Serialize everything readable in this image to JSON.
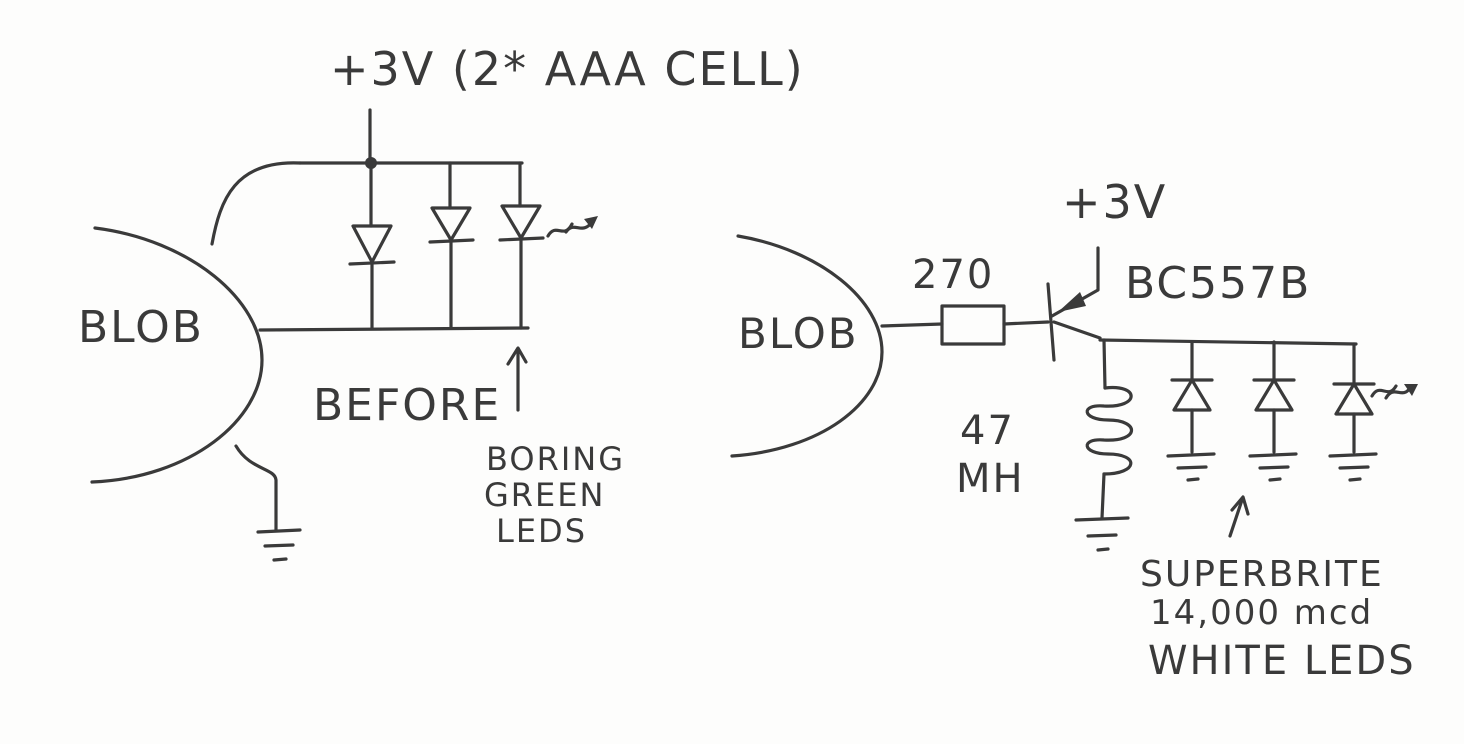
{
  "left_circuit": {
    "supply_label": "+3V (2* AAA CELL)",
    "blob_label": "BLOB",
    "caption": "BEFORE",
    "note_lines": [
      "BORING",
      "GREEN",
      "LEDS"
    ]
  },
  "right_circuit": {
    "supply_label": "+3V",
    "blob_label": "BLOB",
    "resistor_label": "270",
    "transistor_label": "BC557B",
    "inductor_label_lines": [
      "47",
      "MH"
    ],
    "note_lines": [
      "SUPERBRITE",
      "14,000 mcd",
      "WHITE LEDS"
    ]
  },
  "ink_color": "#3a3a3a"
}
